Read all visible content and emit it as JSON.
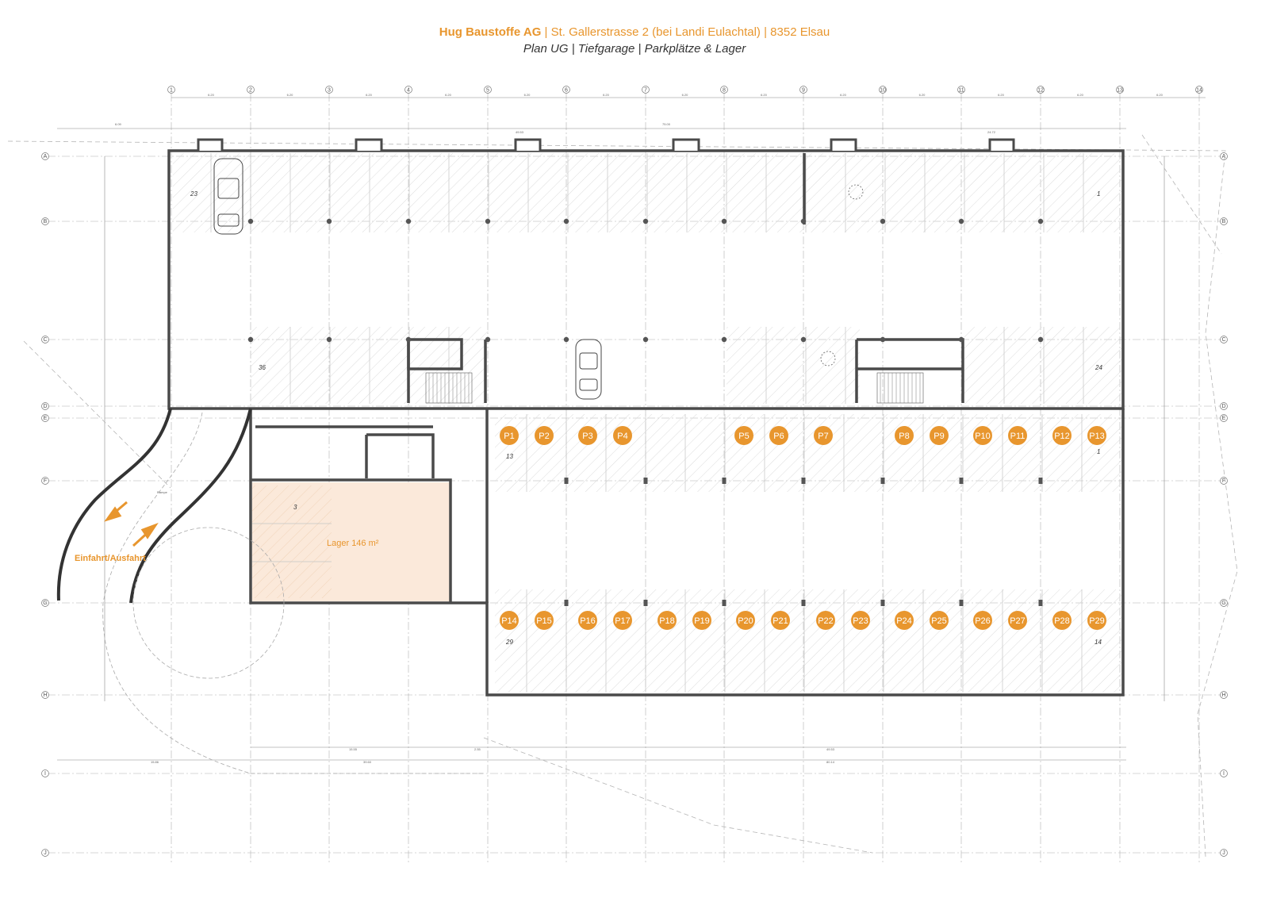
{
  "header": {
    "company": "Hug Baustoffe AG",
    "address": "St. Gallerstrasse 2 (bei Landi Eulachtal)",
    "city": "8352 Elsau",
    "separator": "|",
    "subtitle_parts": [
      "Plan UG",
      "Tiefgarage",
      "Parkplätze & Lager"
    ]
  },
  "grid": {
    "columns": [
      "1",
      "2",
      "3",
      "4",
      "5",
      "6",
      "7",
      "8",
      "9",
      "10",
      "11",
      "12",
      "13",
      "14"
    ],
    "rows": [
      "A",
      "B",
      "C",
      "D",
      "E",
      "F",
      "G",
      "H",
      "I",
      "J"
    ],
    "column_spacing": "6.20"
  },
  "dimensions": {
    "top_total": "75.00",
    "top_left": "6.09",
    "top_mid": "49.53",
    "top_right": "24.72",
    "bottom_left": "15.86",
    "bottom_mid": "39.60",
    "bottom_total": "80.14",
    "bottom_right": "49.53",
    "bottom_a": "15.55",
    "bottom_b": "2.55"
  },
  "ramp": {
    "label": "Einfahrt/Ausfahrt",
    "ramp_text": "Rampe"
  },
  "storage": {
    "label": "Lager 146 m²",
    "room_number": "3"
  },
  "parking_row_1": [
    "P1",
    "P2",
    "P3",
    "P4",
    "P5",
    "P6",
    "P7",
    "P8",
    "P9",
    "P10",
    "P11",
    "P12",
    "P13"
  ],
  "parking_row_2": [
    "P14",
    "P15",
    "P16",
    "P17",
    "P18",
    "P19",
    "P20",
    "P21",
    "P22",
    "P23",
    "P24",
    "P25",
    "P26",
    "P27",
    "P28",
    "P29"
  ],
  "space_numbers": {
    "top_left": "23",
    "top_right": "1",
    "mid_left": "36",
    "mid_right": "24",
    "row1_left": "13",
    "row1_right": "1",
    "row2_left": "29",
    "row2_right": "14"
  },
  "colors": {
    "accent": "#e8962e",
    "wall": "#4a4a4a",
    "storage_fill": "#fbe9da",
    "grid_line": "#9a9a9a"
  }
}
